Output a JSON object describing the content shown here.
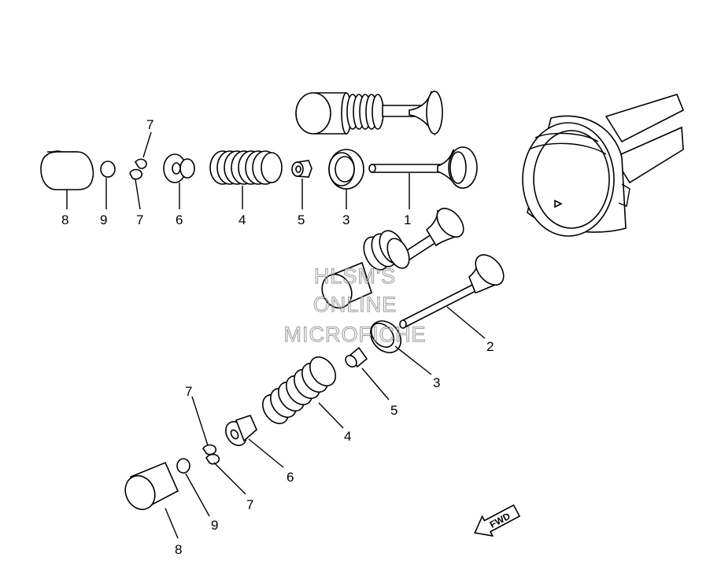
{
  "watermark": {
    "line1": "HLSM'S",
    "line2": "ONLINE",
    "line3": "MICROFICHE"
  },
  "fwd_label": "FWD",
  "callouts": {
    "upper": {
      "p8": "8",
      "p9": "9",
      "p7a": "7",
      "p7b": "7",
      "p6": "6",
      "p4": "4",
      "p5": "5",
      "p3": "3",
      "p1": "1"
    },
    "lower": {
      "p2": "2",
      "p3": "3",
      "p5": "5",
      "p4": "4",
      "p6": "6",
      "p7a": "7",
      "p7b": "7",
      "p9": "9",
      "p8": "8"
    }
  }
}
